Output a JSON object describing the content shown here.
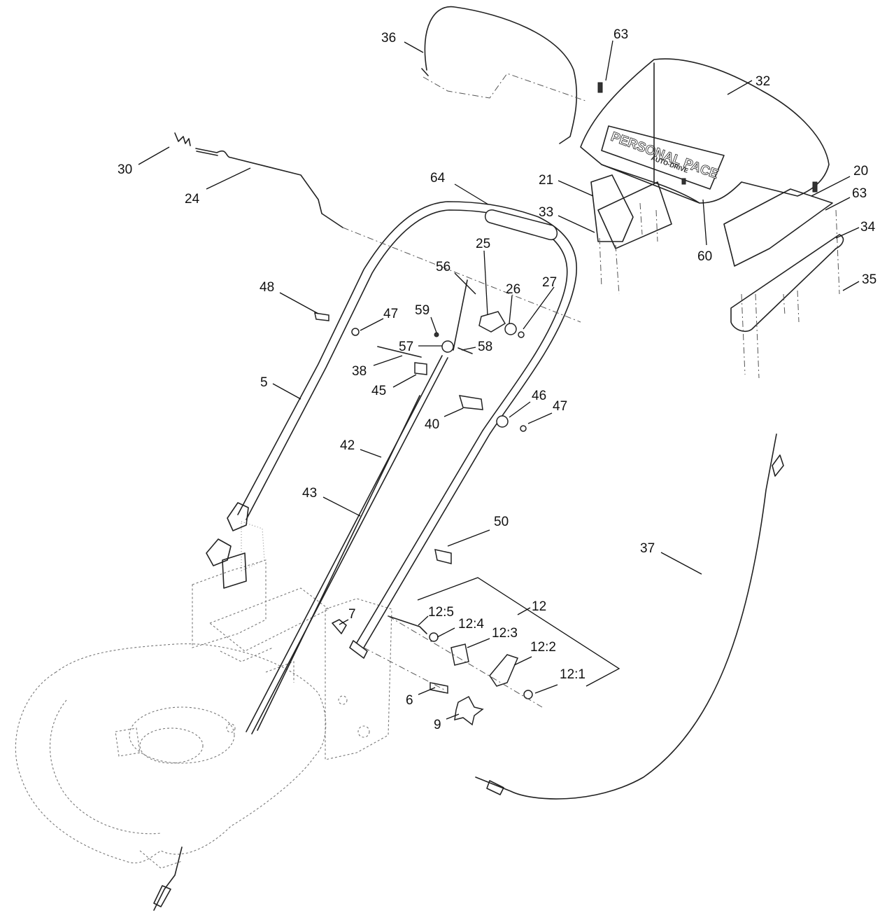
{
  "diagram": {
    "brand_label": "PERSONAL PACE",
    "brand_sub": "AUTO-DRIVE",
    "callouts": [
      "36",
      "63",
      "32",
      "30",
      "24",
      "64",
      "21",
      "20",
      "63",
      "33",
      "34",
      "60",
      "25",
      "56",
      "48",
      "47",
      "59",
      "26",
      "27",
      "35",
      "57",
      "58",
      "38",
      "5",
      "45",
      "46",
      "47",
      "40",
      "42",
      "43",
      "50",
      "37",
      "12",
      "12:5",
      "7",
      "12:4",
      "12:3",
      "12:2",
      "12:1",
      "6",
      "9"
    ]
  }
}
